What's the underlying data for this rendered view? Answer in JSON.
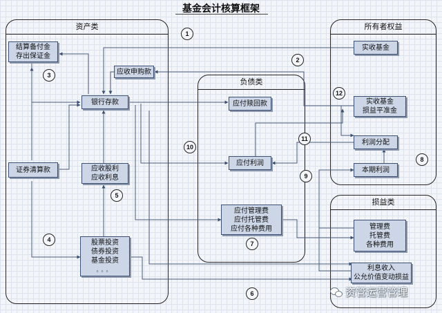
{
  "title": "基金会计核算框架",
  "regions": {
    "assets": "资产类",
    "liabilities": "负债类",
    "equity": "所有者权益",
    "income": "损益类"
  },
  "nodes": {
    "settlement": [
      "结算备付金",
      "存出保证金"
    ],
    "receivable_subscription": [
      "应收申购款"
    ],
    "bank_deposit": [
      "银行存款"
    ],
    "securities_clearing": [
      "证券清算款"
    ],
    "dividend_interest": [
      "应收股利",
      "应收利息"
    ],
    "investments": [
      "股票投资",
      "债券投资",
      "基金投资"
    ],
    "investments_more": "。。。",
    "redemption_payable": [
      "应付赎回款"
    ],
    "profit_payable": [
      "应付利润"
    ],
    "fees_payable": [
      "应付管理费",
      "应付托管费",
      "应付各种费用"
    ],
    "paid_in_capital": [
      "实收基金"
    ],
    "equalization": [
      "实收基金",
      "损益平准金"
    ],
    "profit_distribution": [
      "利润分配"
    ],
    "current_profit": [
      "本期利润"
    ],
    "expenses": [
      "管理费",
      "托管费",
      "各种费用"
    ],
    "revenue": [
      "利息收入",
      "公允价值变动损益"
    ]
  },
  "markers": [
    "1",
    "2",
    "3",
    "4",
    "5",
    "6",
    "7",
    "8",
    "9",
    "10",
    "11",
    "12"
  ],
  "watermark": "资管运营管理"
}
